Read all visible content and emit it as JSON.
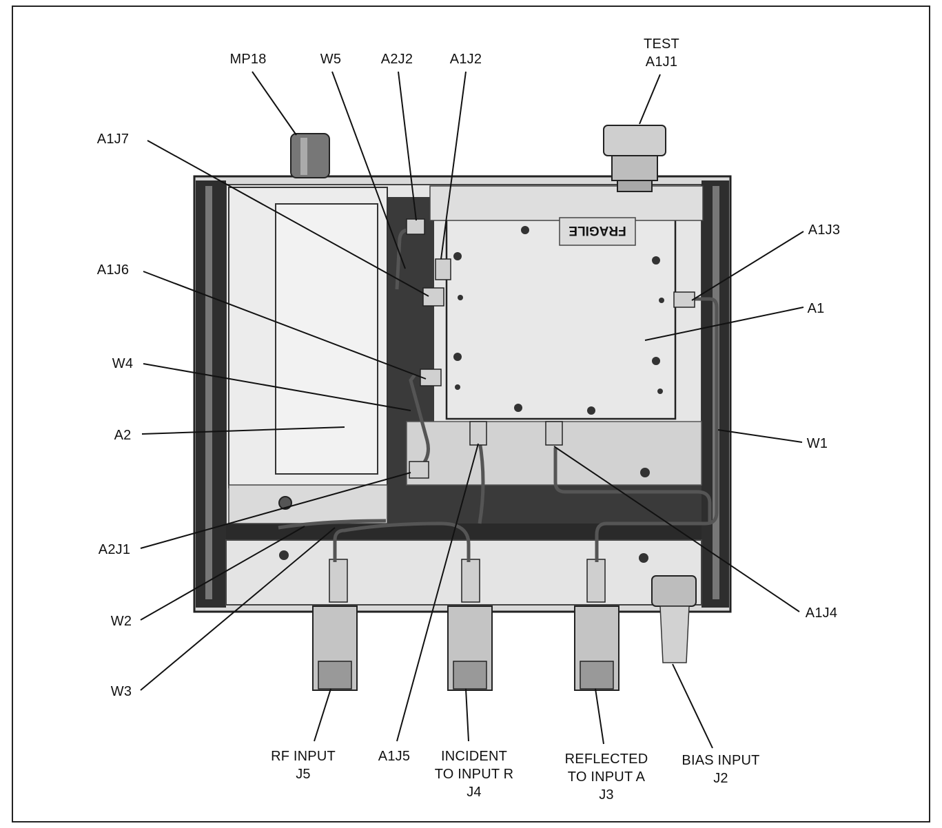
{
  "labels": {
    "mp18": "MP18",
    "w5": "W5",
    "a2j2": "A2J2",
    "a1j2": "A1J2",
    "test": "TEST",
    "a1j1": "A1J1",
    "a1j7": "A1J7",
    "a1j3": "A1J3",
    "a1j6": "A1J6",
    "a1": "A1",
    "w4": "W4",
    "a2": "A2",
    "w1": "W1",
    "a2j1": "A2J1",
    "w2": "W2",
    "a1j4": "A1J4",
    "w3": "W3",
    "rf_input": "RF INPUT",
    "j5": "J5",
    "a1j5": "A1J5",
    "incident": "INCIDENT",
    "to_input_r": "TO INPUT R",
    "j4": "J4",
    "reflected": "REFLECTED",
    "to_input_a": "TO INPUT A",
    "j3": "J3",
    "bias_input": "BIAS INPUT",
    "j2": "J2"
  },
  "sticker": {
    "text": "FRAGILE"
  }
}
